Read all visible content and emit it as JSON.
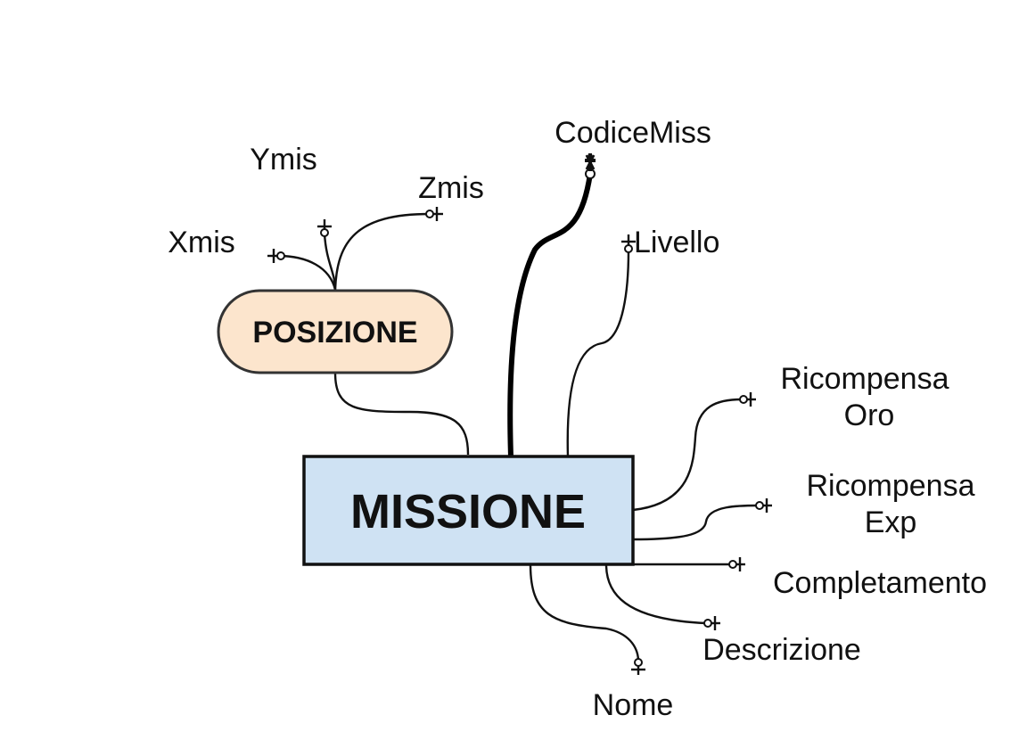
{
  "entity": {
    "name": "MISSIONE",
    "fill": "#cfe2f3"
  },
  "subentity": {
    "name": "POSIZIONE",
    "fill": "#fce5cd"
  },
  "attributes": {
    "codice": "CodiceMiss",
    "livello": "Livello",
    "ricompensa_oro": [
      "Ricompensa",
      "Oro"
    ],
    "ricompensa_exp": [
      "Ricompensa",
      "Exp"
    ],
    "completamento": "Completamento",
    "descrizione": "Descrizione",
    "nome": "Nome",
    "xmis": "Xmis",
    "ymis": "Ymis",
    "zmis": "Zmis"
  }
}
